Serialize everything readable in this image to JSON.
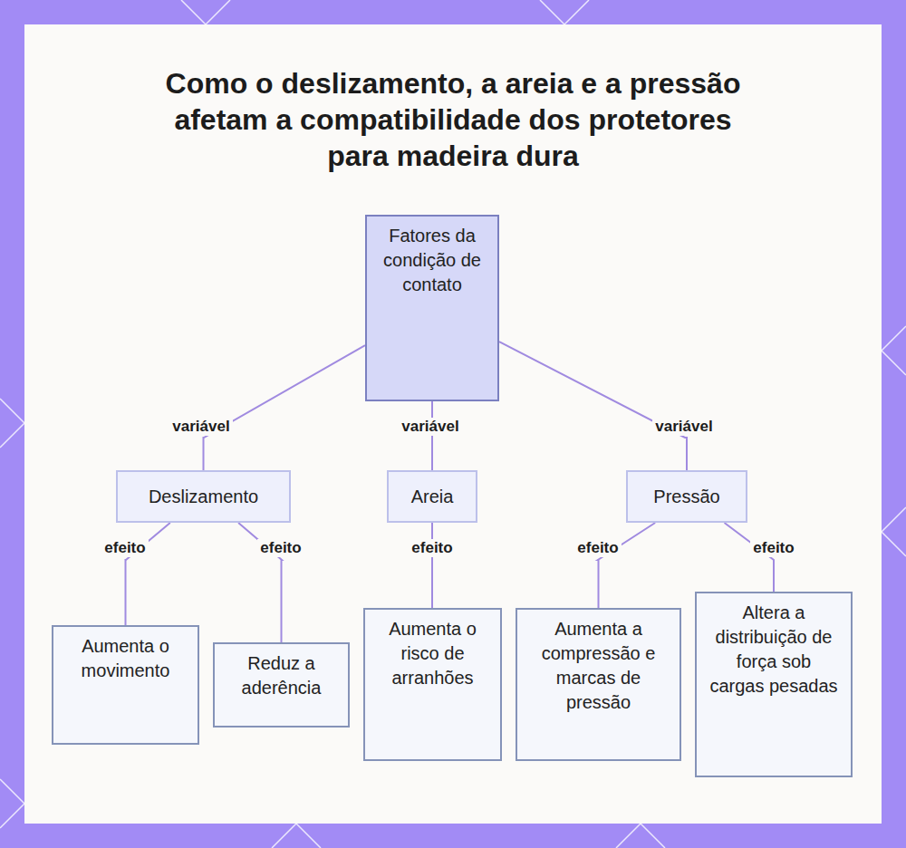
{
  "diagram": {
    "title": "Como o deslizamento, a areia e a pressão afetam a compatibilidade dos protetores para madeira dura",
    "nodes": [
      {
        "text": [
          "Fatores da condição de contato"
        ]
      },
      {
        "text": [
          "Deslizamento"
        ]
      },
      {
        "text": [
          "Areia"
        ]
      },
      {
        "text": [
          "Pressão"
        ]
      },
      {
        "text": [
          "Aumenta o movimento"
        ]
      },
      {
        "text": [
          "Reduz a aderência"
        ]
      },
      {
        "text": [
          "Aumenta o risco de arranhões"
        ]
      },
      {
        "text": [
          "Aumenta a compressão e marcas de pressão"
        ]
      },
      {
        "text": [
          "Altera a distribuição de força sob cargas pesadas"
        ]
      }
    ],
    "edges": [
      {
        "from": 0,
        "to": 1,
        "label": "variável",
        "arrow": "none"
      },
      {
        "from": 0,
        "to": 2,
        "label": "variável",
        "arrow": "none"
      },
      {
        "from": 0,
        "to": 3,
        "label": "variável",
        "arrow": "none"
      },
      {
        "from": 1,
        "to": 4,
        "label": "efeito",
        "arrow": "none"
      },
      {
        "from": 1,
        "to": 5,
        "label": "efeito",
        "arrow": "none"
      },
      {
        "from": 2,
        "to": 6,
        "label": "efeito",
        "arrow": "none"
      },
      {
        "from": 3,
        "to": 7,
        "label": "efeito",
        "arrow": "none"
      },
      {
        "from": 3,
        "to": 8,
        "label": "efeito",
        "arrow": "none"
      }
    ]
  }
}
